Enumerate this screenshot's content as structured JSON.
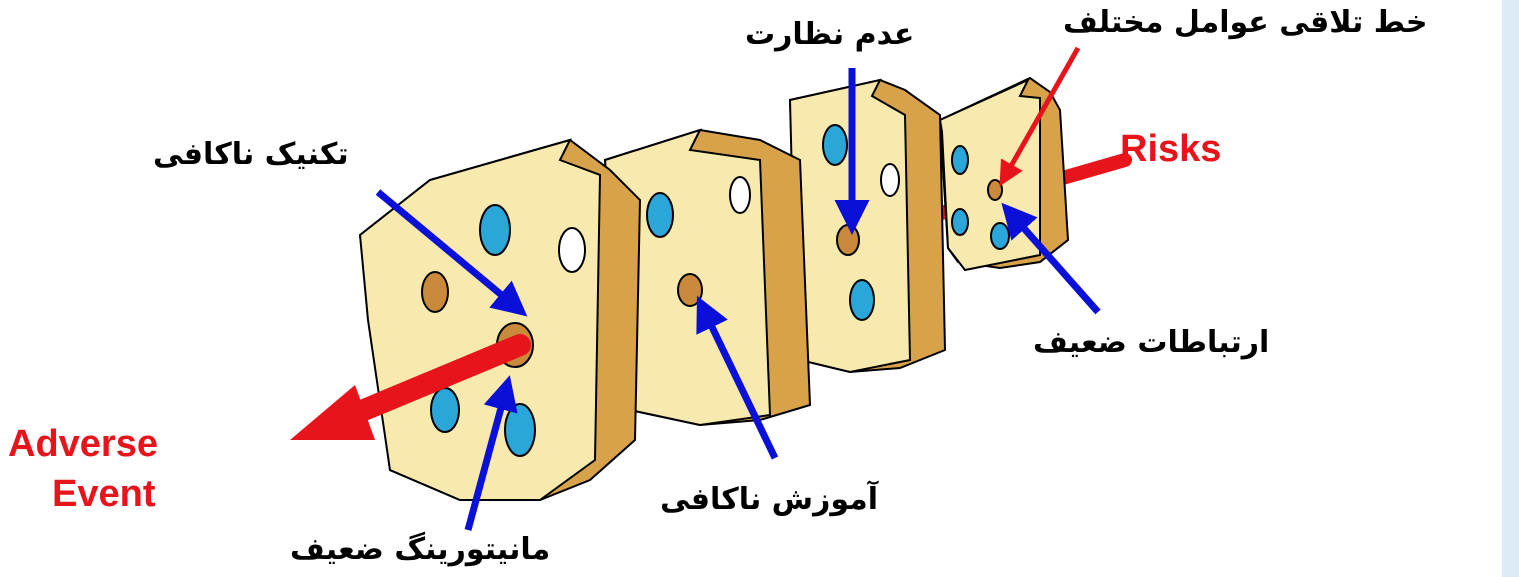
{
  "labels": {
    "risks": "Risks",
    "adverse_event_line1": "Adverse",
    "adverse_event_line2": "Event",
    "lack_of_supervision": "عدم نظارت",
    "intersection_of_factors": "خط تلاقی عوامل مختلف",
    "inadequate_technique": "تکنیک ناکافی",
    "weak_communication": "ارتباطات ضعیف",
    "inadequate_training": "آموزش ناکافی",
    "weak_monitoring": "مانیتورینگ ضعیف"
  },
  "colors": {
    "background": "#ffffff",
    "cheese_face": "#f8eaae",
    "cheese_side": "#d8a24a",
    "cheese_outline": "#000000",
    "hole_fill": "#2aa6d8",
    "hole_shadow": "#c98a3b",
    "risk_arrow": "#e8141b",
    "label_arrow": "#0a10d8",
    "risk_text": "#e8141b",
    "side_strip": "#dcebf6"
  },
  "icons": [
    "cheese-slice",
    "hole",
    "arrow"
  ]
}
